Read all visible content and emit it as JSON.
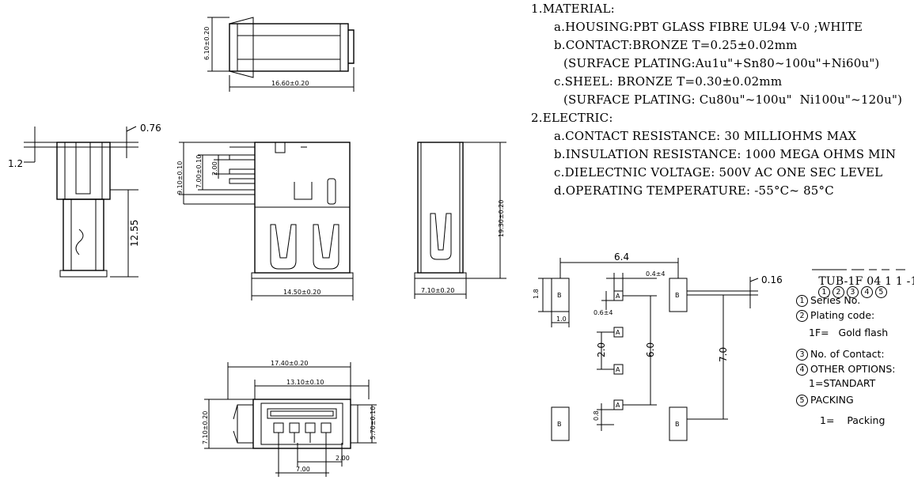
{
  "spec": {
    "material_title": "1.MATERIAL:",
    "housing": "a.HOUSING:PBT GLASS FIBRE UL94 V-0 ;WHITE",
    "contact": "b.CONTACT:BRONZE T=0.25±0.02mm",
    "contact_plating": "(SURFACE PLATING:Au1u\"+Sn80~100u\"+Ni60u\")",
    "shell": "c.SHEEL: BRONZE T=0.30±0.02mm",
    "shell_plating": "(SURFACE PLATING: Cu80u\"~100u\"  Ni100u\"~120u\")",
    "electric_title": "2.ELECTRIC:",
    "resistance": "a.CONTACT RESISTANCE: 30 MILLIOHMS MAX",
    "insulation": "b.INSULATION RESISTANCE: 1000 MEGA OHMS MIN",
    "dielectric": "c.DIELECTNIC VOLTAGE: 500V AC ONE SEC LEVEL",
    "temperature": "d.OPERATING TEMPERATURE: -55°C~ 85°C"
  },
  "part_code": {
    "prefix": "TUB-1F",
    "contacts": "04",
    "option": "1",
    "packing": "1",
    "sep": "-",
    "circles": [
      "1",
      "2",
      "3",
      "4",
      "5"
    ]
  },
  "legend": {
    "series": "Series No.",
    "plating": "Plating code:",
    "plating_value": "1F=   Gold flash",
    "contacts": "No. of Contact:",
    "other": "OTHER OPTIONS:",
    "other_value": "1=STANDART",
    "packing": "PACKING",
    "packing_value": "1=    Packing"
  },
  "dims": {
    "top_width": "16.60±0.20",
    "top_height": "6.10±0.20",
    "side_076": "0.76",
    "side_12": "1.2",
    "side_1255": "12.55",
    "front_height": "9.10±0.10",
    "front_700": "7.00±0.10",
    "front_200": "2.00",
    "front_width": "14.50±0.20",
    "right_height": "19.30±0.20",
    "right_width": "7.10±0.20",
    "bottom_1740": "17.40±0.20",
    "bottom_1310": "13.10±0.10",
    "bottom_710": "7.10±0.20",
    "bottom_570": "5.70±0.10",
    "bottom_200": "2.00",
    "bottom_700": "7.00",
    "pcb_64": "6.4",
    "pcb_016": "0.16",
    "pcb_18": "1.8",
    "pcb_10": "1.0",
    "pcb_044": "0.4±4",
    "pcb_064": "0.6±4",
    "pcb_20": "2.0",
    "pcb_60": "6.0",
    "pcb_70": "7.0",
    "pcb_08": "0.8",
    "label_a": "A",
    "label_b": "B"
  }
}
